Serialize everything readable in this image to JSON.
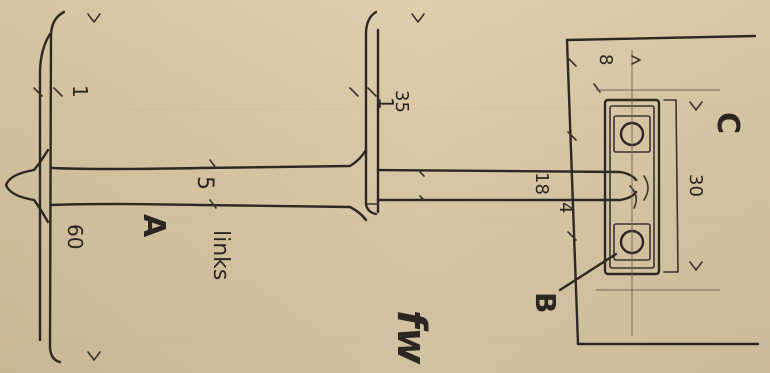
{
  "sketch": {
    "labels": {
      "dim_top_left": "1",
      "dim_top_mid": "1",
      "dim_35": "35",
      "dim_5": "5",
      "dim_60": "60",
      "dim_18": "18",
      "dim_4": "4",
      "dim_8": "8",
      "dim_30": "30",
      "part_a": "A",
      "part_b": "B",
      "part_c": "C",
      "note_links": "links",
      "signature": "fw"
    }
  }
}
